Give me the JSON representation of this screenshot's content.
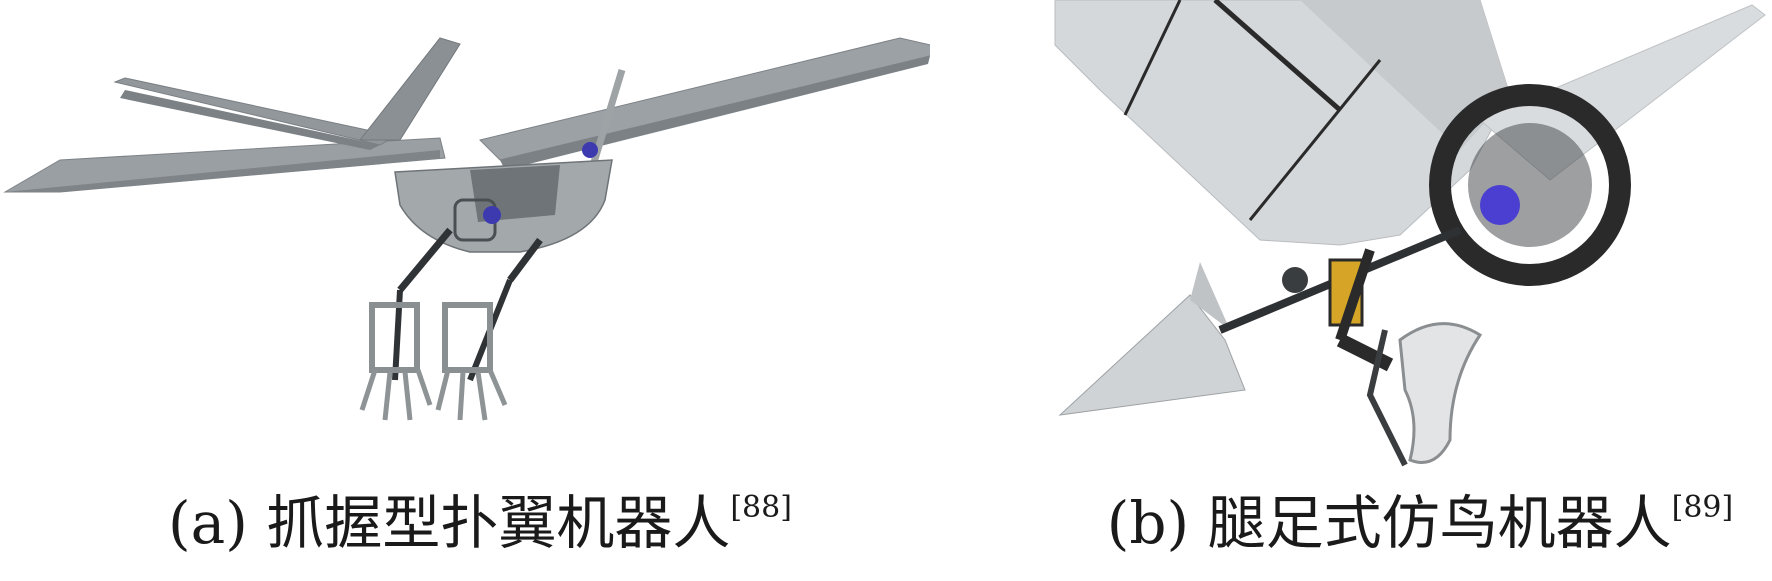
{
  "figures": [
    {
      "id": "a",
      "prefix": "(a)",
      "caption": "抓握型扑翼机器人",
      "ref": "[88]",
      "icon": "grasping-flapping-wing-robot-illustration"
    },
    {
      "id": "b",
      "prefix": "(b)",
      "caption": "腿足式仿鸟机器人",
      "ref": "[89]",
      "icon": "legged-bird-robot-illustration"
    }
  ],
  "colors": {
    "wing": "#8e9396",
    "wing_light": "#d6dadc",
    "frame": "#3a3a3a",
    "accent": "#4a3fd0"
  }
}
